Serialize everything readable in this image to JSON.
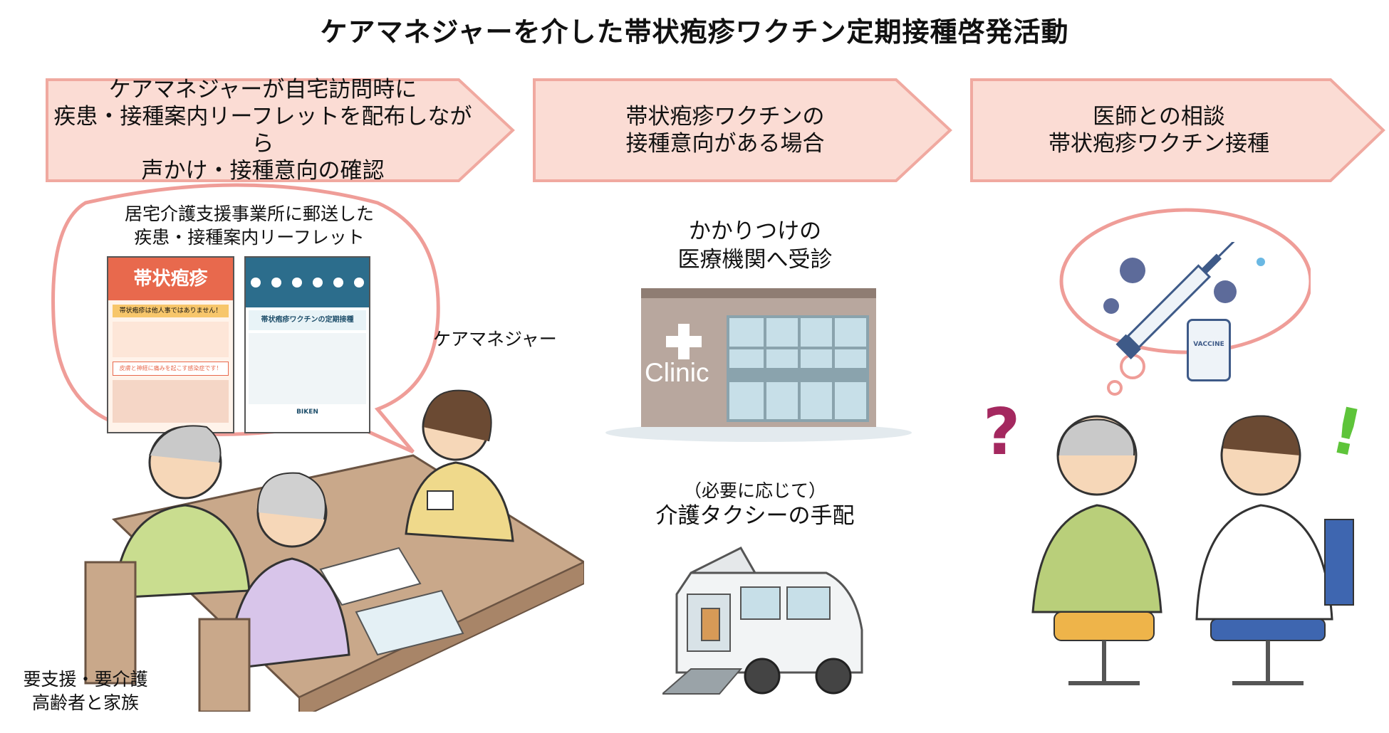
{
  "title": "ケアマネジャーを介した帯状疱疹ワクチン定期接種啓発活動",
  "steps": [
    {
      "lines": [
        "ケアマネジャーが自宅訪問時に",
        "疾患・接種案内リーフレットを配布しながら",
        "声かけ・接種意向の確認"
      ]
    },
    {
      "lines": [
        "帯状疱疹ワクチンの",
        "接種意向がある場合"
      ]
    },
    {
      "lines": [
        "医師との相談",
        "帯状疱疹ワクチン接種"
      ]
    }
  ],
  "left_panel": {
    "bubble_caption": [
      "居宅介護支援事業所に郵送した",
      "疾患・接種案内リーフレット"
    ],
    "leaflet1": {
      "header": "帯状疱疹",
      "subheader": "帯状疱疹は他人事ではありません！",
      "section": "皮膚と神経に痛みを起こす感染症です！"
    },
    "leaflet2": {
      "header": "帯状疱疹ワクチンの定期接種",
      "footer": "BIKEN"
    },
    "care_manager_label": "ケアマネジャー",
    "elderly_label": [
      "要支援・要介護",
      "高齢者と家族"
    ]
  },
  "middle_panel": {
    "clinic_caption": [
      "かかりつけの",
      "医療機関へ受診"
    ],
    "clinic_sign": "Clinic",
    "taxi_caption_small": "（必要に応じて）",
    "taxi_caption": "介護タクシーの手配"
  },
  "right_panel": {
    "vaccine_label": "VACCINE",
    "question_mark": "?",
    "exclamation_mark": "!"
  },
  "colors": {
    "step_fill": "#fbdcd4",
    "step_stroke": "#f0a9a0",
    "bubble_stroke": "#ef9d98",
    "clinic_wall": "#b8a79e",
    "glass": "#c7dfe8",
    "van": "#f2f4f5"
  }
}
